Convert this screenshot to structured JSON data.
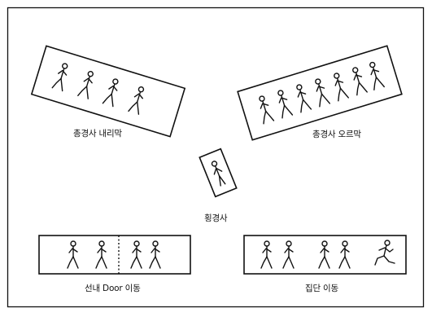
{
  "labels": {
    "steep_downhill": "총경사 내리막",
    "steep_uphill": "총경사 오르막",
    "cross_slope": "횡경사",
    "in_ship_door": "선내 Door 이동",
    "group_movement": "집단 이동"
  },
  "icons": {
    "walker": "walking-person-icon",
    "runner": "running-person-icon",
    "standing": "standing-person-icon"
  }
}
